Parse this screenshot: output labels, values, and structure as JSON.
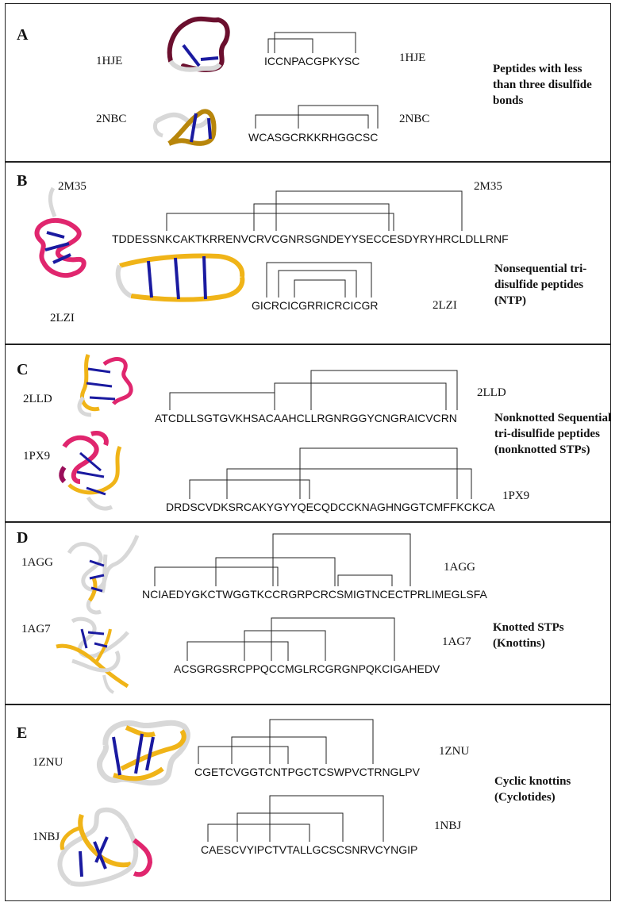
{
  "panels": [
    {
      "letter": "A",
      "category": "Peptides with less than three disulfide bonds",
      "peptides": [
        {
          "pdb": "1HJE",
          "sequence": "ICCNPACGPKYSC"
        },
        {
          "pdb": "2NBC",
          "sequence": "WCASGCRKKRHGGCSC"
        }
      ]
    },
    {
      "letter": "B",
      "category": "Nonsequential tri-disulfide peptides (NTP)",
      "peptides": [
        {
          "pdb": "2M35",
          "sequence": "TDDESSNKCAKTKRRENVCRVCGNRSGNDEYYSECCESDYRYHRCLDLLRNF"
        },
        {
          "pdb": "2LZI",
          "sequence": "GICRCICGRRICRCICGR"
        }
      ]
    },
    {
      "letter": "C",
      "category": "Nonknotted Sequential tri-disulfide peptides (nonknotted STPs)",
      "peptides": [
        {
          "pdb": "2LLD",
          "sequence": "ATCDLLSGTGVKHSACAAHCLLRGNRGGYCNGRAICVCRN"
        },
        {
          "pdb": "1PX9",
          "sequence": "DRDSCVDKSRCAKYGYYQECQDCCKNAGHNGGTCMFFKCKCA"
        }
      ]
    },
    {
      "letter": "D",
      "category": "Knotted STPs (Knottins)",
      "peptides": [
        {
          "pdb": "1AGG",
          "sequence": "NCIAEDYGKCTWGGTKCCRGRPCRCSMIGTNCECTPRLIMEGLSFA"
        },
        {
          "pdb": "1AG7",
          "sequence": "ACSGRGSRCPPQCCMGLRCGRGNPQKCIGAHEDV"
        }
      ]
    },
    {
      "letter": "E",
      "category": "Cyclic knottins (Cyclotides)",
      "peptides": [
        {
          "pdb": "1ZNU",
          "sequence": "CGETCVGGTCNTPGCTCSWPVCTRNGLPV"
        },
        {
          "pdb": "1NBJ",
          "sequence": "CAESCVYIPCTVTALLGCSCSNRVCYNGIP"
        }
      ]
    }
  ]
}
